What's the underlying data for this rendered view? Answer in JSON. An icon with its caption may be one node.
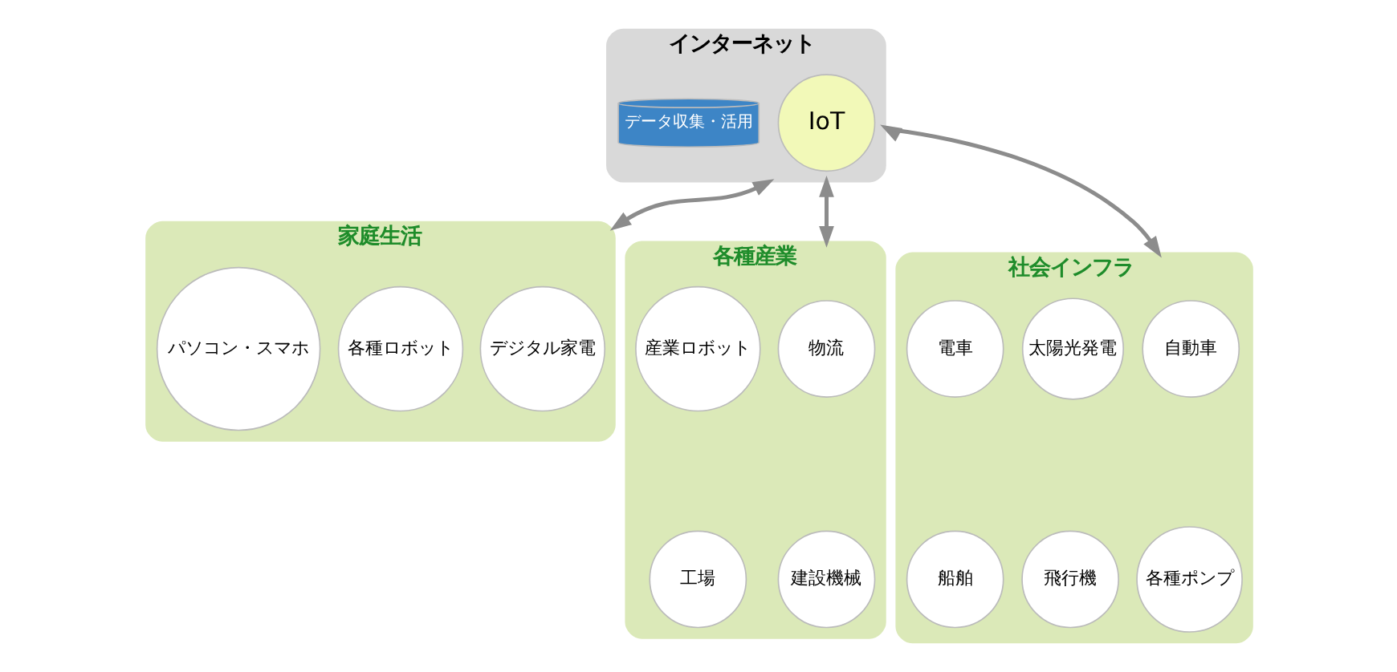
{
  "diagram": {
    "nodes": [
      {
        "text": [
          "家庭生活"
        ]
      },
      {
        "text": [
          "デジタル家電"
        ],
        "in": 0
      },
      {
        "text": [
          "各種ロボット"
        ],
        "in": 0
      },
      {
        "text": [
          "パソコン・スマホ"
        ],
        "in": 0
      },
      {
        "text": [
          "各種産業"
        ]
      },
      {
        "text": [
          "物流"
        ],
        "in": 4
      },
      {
        "text": [
          "産業ロボット"
        ],
        "in": 4
      },
      {
        "text": [
          "建設機械"
        ],
        "in": 4
      },
      {
        "text": [
          "工場"
        ],
        "in": 4
      },
      {
        "text": [
          "社会インフラ"
        ]
      },
      {
        "text": [
          "自動車"
        ],
        "in": 9
      },
      {
        "text": [
          "太陽光発電"
        ],
        "in": 9
      },
      {
        "text": [
          "電車"
        ],
        "in": 9
      },
      {
        "text": [
          "各種ポンプ"
        ],
        "in": 9
      },
      {
        "text": [
          "飛行機"
        ],
        "in": 9
      },
      {
        "text": [
          "船舶"
        ],
        "in": 9
      },
      {
        "text": [
          "インターネット"
        ]
      },
      {
        "text": [
          "IoT"
        ],
        "in": 16
      },
      {
        "text": [
          "データ収集・活用"
        ],
        "in": 16
      }
    ],
    "edges": [
      {
        "from": 16,
        "to": 0,
        "arrow": "both"
      },
      {
        "from": 16,
        "to": 4,
        "arrow": "both"
      },
      {
        "from": 16,
        "to": 9,
        "arrow": "both"
      }
    ]
  }
}
